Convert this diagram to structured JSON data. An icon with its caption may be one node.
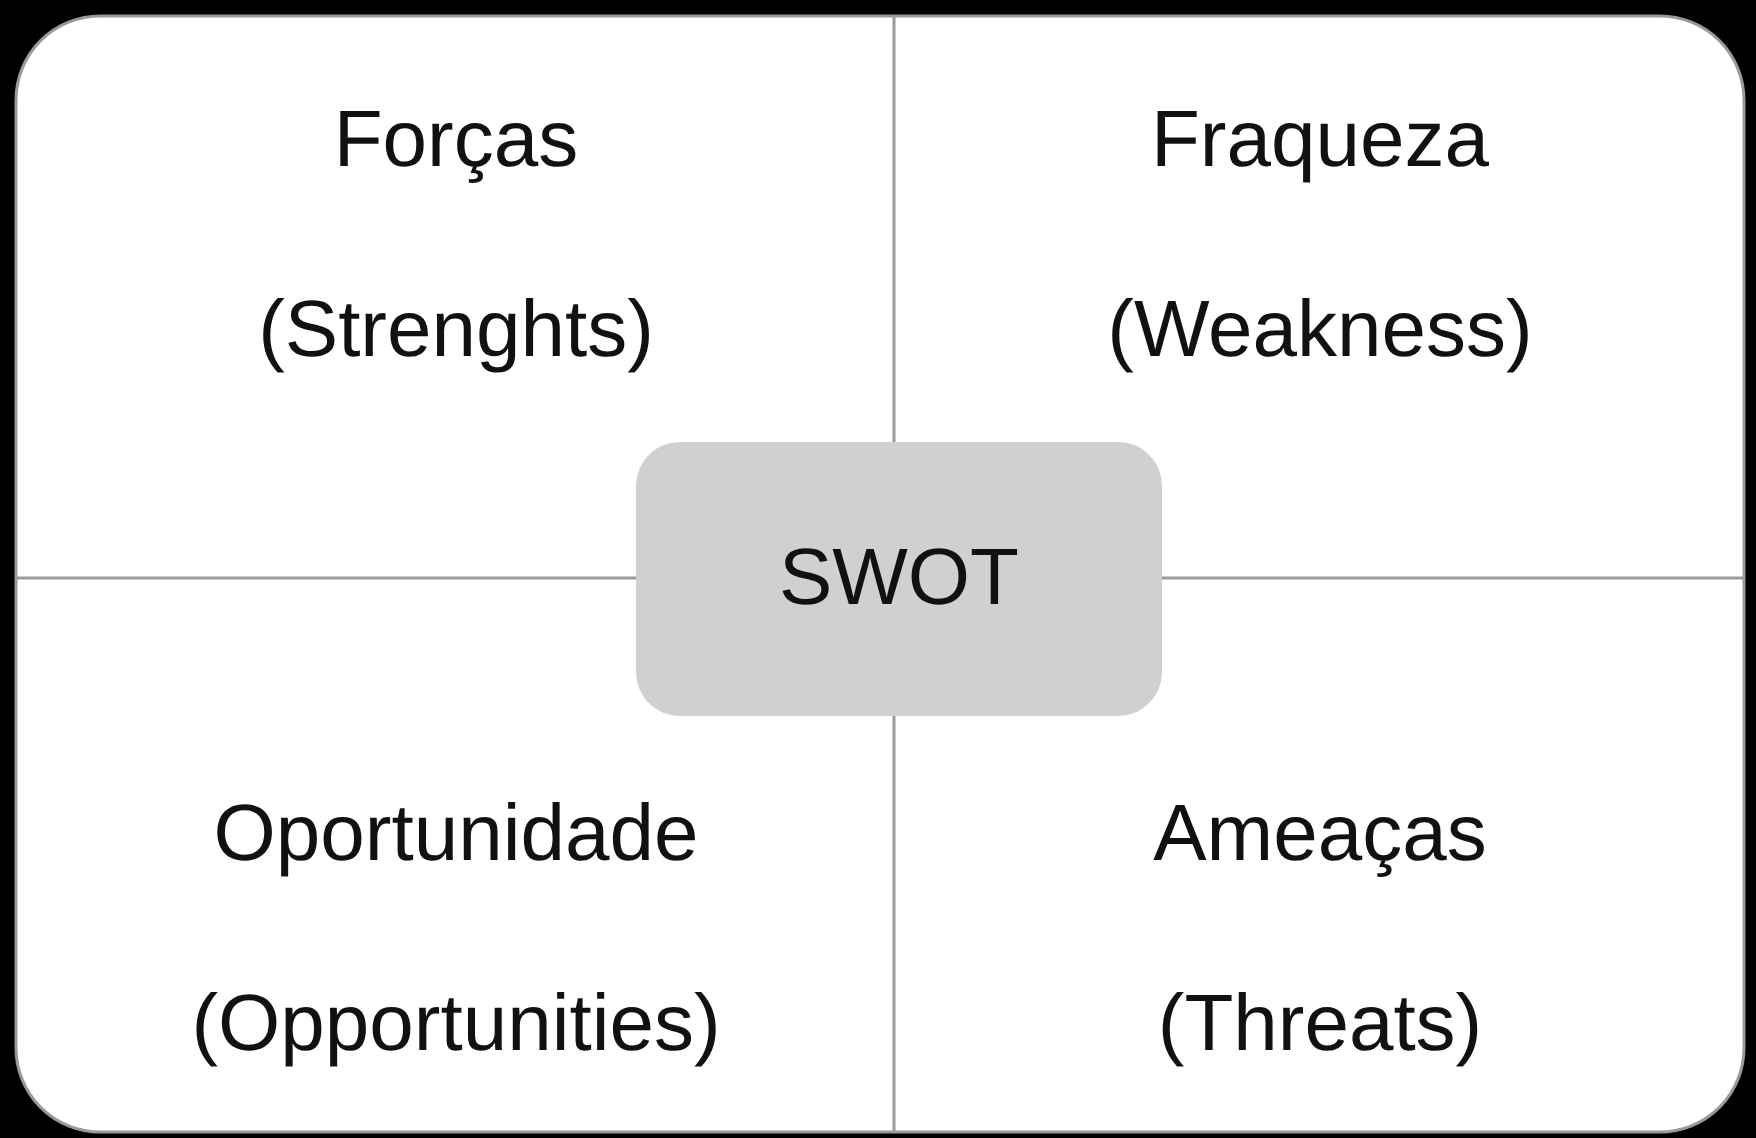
{
  "diagram": {
    "nodes": [
      {
        "text": [
          "Forças",
          "(Strenghts)"
        ]
      },
      {
        "text": [
          "Fraqueza",
          "(Weakness)"
        ]
      },
      {
        "text": [
          "Oportunidade",
          "(Opportunities)"
        ]
      },
      {
        "text": [
          "Ameaças",
          "(Threats)"
        ]
      },
      {
        "text": [
          "SWOT"
        ]
      }
    ],
    "edges": []
  }
}
